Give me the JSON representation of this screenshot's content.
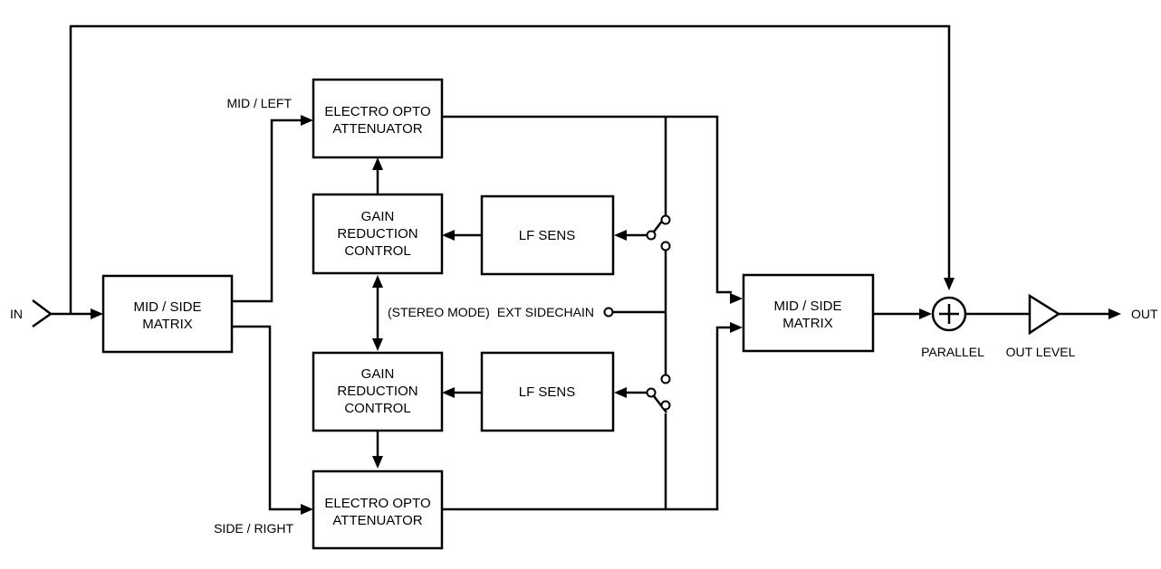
{
  "blocks": {
    "ms_in": [
      "MID / SIDE",
      "MATRIX"
    ],
    "eoa_top": [
      "ELECTRO OPTO",
      "ATTENUATOR"
    ],
    "grc_top": [
      "GAIN",
      "REDUCTION",
      "CONTROL"
    ],
    "lf_top": [
      "LF SENS"
    ],
    "grc_bot": [
      "GAIN",
      "REDUCTION",
      "CONTROL"
    ],
    "lf_bot": [
      "LF SENS"
    ],
    "eoa_bot": [
      "ELECTRO OPTO",
      "ATTENUATOR"
    ],
    "ms_out": [
      "MID / SIDE",
      "MATRIX"
    ]
  },
  "labels": {
    "in": "IN",
    "out": "OUT",
    "mid_left": "MID / LEFT",
    "side_right": "SIDE / RIGHT",
    "stereo_mode": "(STEREO MODE)",
    "ext_sidechain": "EXT SIDECHAIN",
    "parallel": "PARALLEL",
    "out_level": "OUT LEVEL"
  }
}
